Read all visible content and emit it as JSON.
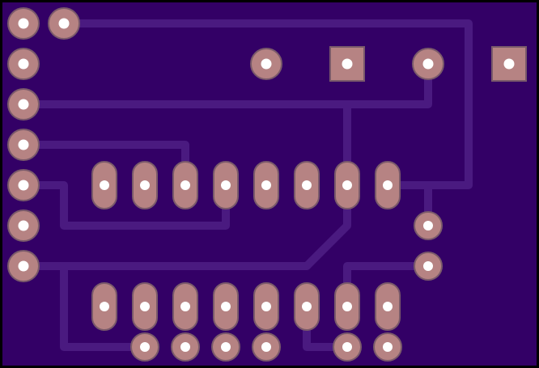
{
  "board": {
    "colors": {
      "substrate": "#330066",
      "outline": "#000000",
      "trace": "#4a1a80",
      "pad": "#b68383",
      "pad_stroke": "#7a5a6a",
      "hole": "#ffffff"
    },
    "components": {
      "header_pins": 7,
      "extra_round_pads": 1,
      "square_pads": 2,
      "mid_round_pads": 2,
      "dip_upper_row": 8,
      "dip_lower_row": 8,
      "right_small_pads": 2,
      "bottom_round_pads": 6
    }
  }
}
